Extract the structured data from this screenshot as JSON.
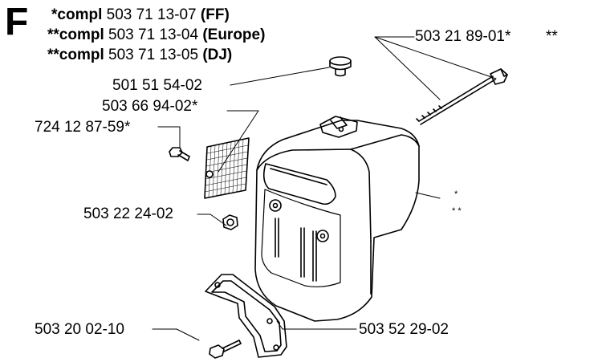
{
  "section": {
    "letter": "F"
  },
  "header": [
    {
      "prefix": "*compl",
      "number": "503 71 13-07",
      "variant": "(FF)"
    },
    {
      "prefix": "**compl",
      "number": "503 71 13-04",
      "variant": "(Europe)"
    },
    {
      "prefix": "**compl",
      "number": "503 71 13-05",
      "variant": "(DJ)"
    }
  ],
  "parts": {
    "bolt_long": "503 21 89-01*",
    "bolt_long_note": "**",
    "plug": "501 51 54-02",
    "screen": "503 66 94-02*",
    "screw_small": "724 12 87-59*",
    "nut": "503 22 24-02",
    "screw_bottom": "503 20 02-10",
    "gasket": "503 52 29-02"
  },
  "muffler_notes": {
    "single": "*",
    "double": "* *"
  }
}
